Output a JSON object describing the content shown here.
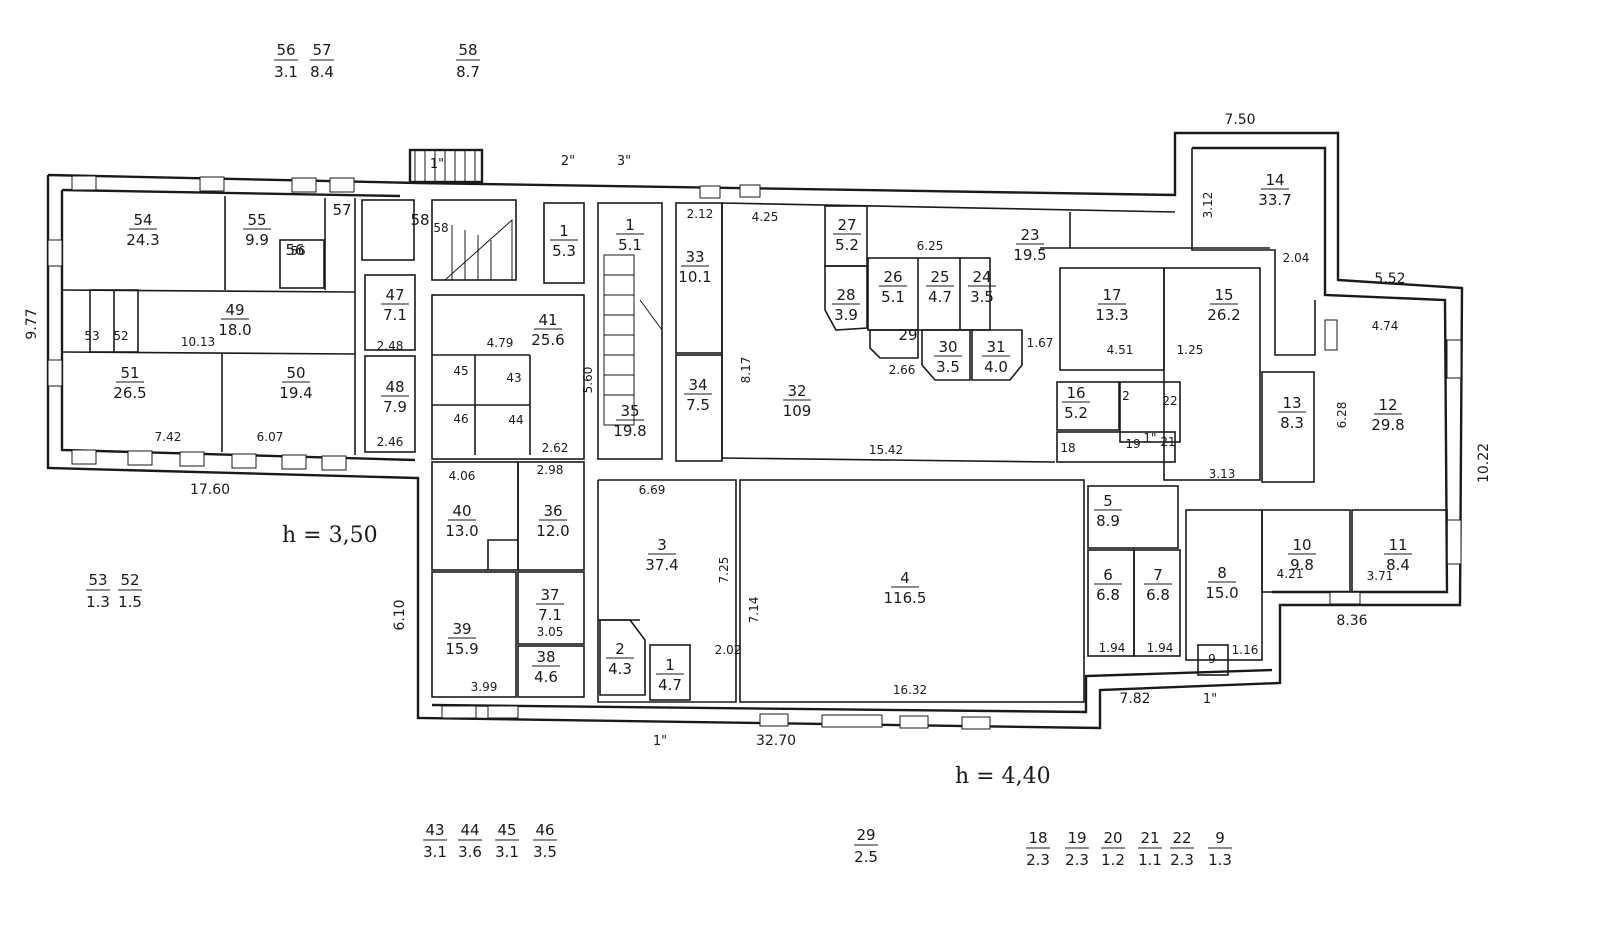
{
  "heights": {
    "left_wing": "h = 3,50",
    "right_wing": "h = 4,40"
  },
  "rooms": [
    {
      "id": "r54",
      "number": "54",
      "area": "24.3"
    },
    {
      "id": "r55",
      "number": "55",
      "area": "9.9"
    },
    {
      "id": "r56",
      "number": "56",
      "area": ""
    },
    {
      "id": "r57",
      "number": "57",
      "area": ""
    },
    {
      "id": "r58",
      "number": "58",
      "area": ""
    },
    {
      "id": "r1a",
      "number": "1",
      "area": "5.3"
    },
    {
      "id": "r1b",
      "number": "1",
      "area": "5.1"
    },
    {
      "id": "r33",
      "number": "33",
      "area": "10.1"
    },
    {
      "id": "r27",
      "number": "27",
      "area": "5.2"
    },
    {
      "id": "r23",
      "number": "23",
      "area": "19.5"
    },
    {
      "id": "r14",
      "number": "14",
      "area": "33.7"
    },
    {
      "id": "r47",
      "number": "47",
      "area": "7.1"
    },
    {
      "id": "r48",
      "number": "48",
      "area": "7.9"
    },
    {
      "id": "r41",
      "number": "41",
      "area": "25.6"
    },
    {
      "id": "r49",
      "number": "49",
      "area": "18.0"
    },
    {
      "id": "r51",
      "number": "51",
      "area": "26.5"
    },
    {
      "id": "r50",
      "number": "50",
      "area": "19.4"
    },
    {
      "id": "r28",
      "number": "28",
      "area": "3.9"
    },
    {
      "id": "r26",
      "number": "26",
      "area": "5.1"
    },
    {
      "id": "r25",
      "number": "25",
      "area": "4.7"
    },
    {
      "id": "r24",
      "number": "24",
      "area": "3.5"
    },
    {
      "id": "r29",
      "number": "29",
      "area": ""
    },
    {
      "id": "r30",
      "number": "30",
      "area": "3.5"
    },
    {
      "id": "r31",
      "number": "31",
      "area": "4.0"
    },
    {
      "id": "r17",
      "number": "17",
      "area": "13.3"
    },
    {
      "id": "r15",
      "number": "15",
      "area": "26.2"
    },
    {
      "id": "r12",
      "number": "12",
      "area": "29.8"
    },
    {
      "id": "r34",
      "number": "34",
      "area": "7.5"
    },
    {
      "id": "r32",
      "number": "32",
      "area": "109"
    },
    {
      "id": "r35",
      "number": "35",
      "area": "19.8"
    },
    {
      "id": "r16",
      "number": "16",
      "area": "5.2"
    },
    {
      "id": "r13",
      "number": "13",
      "area": "8.3"
    },
    {
      "id": "r40",
      "number": "40",
      "area": "13.0"
    },
    {
      "id": "r36",
      "number": "36",
      "area": "12.0"
    },
    {
      "id": "r3",
      "number": "3",
      "area": "37.4"
    },
    {
      "id": "r4",
      "number": "4",
      "area": "116.5"
    },
    {
      "id": "r5",
      "number": "5",
      "area": "8.9"
    },
    {
      "id": "r10",
      "number": "10",
      "area": "9.8"
    },
    {
      "id": "r11",
      "number": "11",
      "area": "8.4"
    },
    {
      "id": "r8",
      "number": "8",
      "area": "15.0"
    },
    {
      "id": "r6",
      "number": "6",
      "area": "6.8"
    },
    {
      "id": "r7",
      "number": "7",
      "area": "6.8"
    },
    {
      "id": "r39",
      "number": "39",
      "area": "15.9"
    },
    {
      "id": "r37",
      "number": "37",
      "area": "7.1"
    },
    {
      "id": "r38",
      "number": "38",
      "area": "4.6"
    },
    {
      "id": "r2",
      "number": "2",
      "area": "4.3"
    },
    {
      "id": "r1c",
      "number": "1",
      "area": "4.7"
    }
  ],
  "area_legend": [
    {
      "id": "f56",
      "number": "56",
      "area": "3.1"
    },
    {
      "id": "f57",
      "number": "57",
      "area": "8.4"
    },
    {
      "id": "f58",
      "number": "58",
      "area": "8.7"
    },
    {
      "id": "f53",
      "number": "53",
      "area": "1.3"
    },
    {
      "id": "f52",
      "number": "52",
      "area": "1.5"
    },
    {
      "id": "f43",
      "number": "43",
      "area": "3.1"
    },
    {
      "id": "f44",
      "number": "44",
      "area": "3.6"
    },
    {
      "id": "f45",
      "number": "45",
      "area": "3.1"
    },
    {
      "id": "f46",
      "number": "46",
      "area": "3.5"
    },
    {
      "id": "f29",
      "number": "29",
      "area": "2.5"
    },
    {
      "id": "f18",
      "number": "18",
      "area": "2.3"
    },
    {
      "id": "f19",
      "number": "19",
      "area": "2.3"
    },
    {
      "id": "f20",
      "number": "20",
      "area": "1.2"
    },
    {
      "id": "f21",
      "number": "21",
      "area": "1.1"
    },
    {
      "id": "f22",
      "number": "22",
      "area": "2.3"
    },
    {
      "id": "f9",
      "number": "9",
      "area": "1.3"
    }
  ],
  "small_labels": [
    "58",
    "56",
    "53",
    "52",
    "45",
    "43",
    "46",
    "44",
    "18",
    "19",
    "21",
    "22",
    "9",
    "2",
    "1\""
  ],
  "dimensions": [
    "7.50",
    "5.52",
    "17.60",
    "32.70",
    "8.36",
    "7.82",
    "10.22",
    "9.77",
    "6.10",
    "15.42",
    "16.32",
    "4.25",
    "6.25",
    "6.69",
    "7.25",
    "7.14",
    "8.17",
    "5.60",
    "4.74",
    "6.28",
    "3.71",
    "4.21",
    "3.13",
    "4.51",
    "1.25",
    "7.42",
    "6.07",
    "10.13",
    "4.79",
    "4.06",
    "2.98",
    "3.99",
    "3.05",
    "2.62",
    "2.46",
    "2.48",
    "2.02",
    "2.12",
    "1.94",
    "1.94",
    "2.66",
    "1.67",
    "1.16",
    "3.12",
    "2.04"
  ],
  "stair_marks": [
    "1\"",
    "2\"",
    "3\"",
    "1\"",
    "1\""
  ]
}
